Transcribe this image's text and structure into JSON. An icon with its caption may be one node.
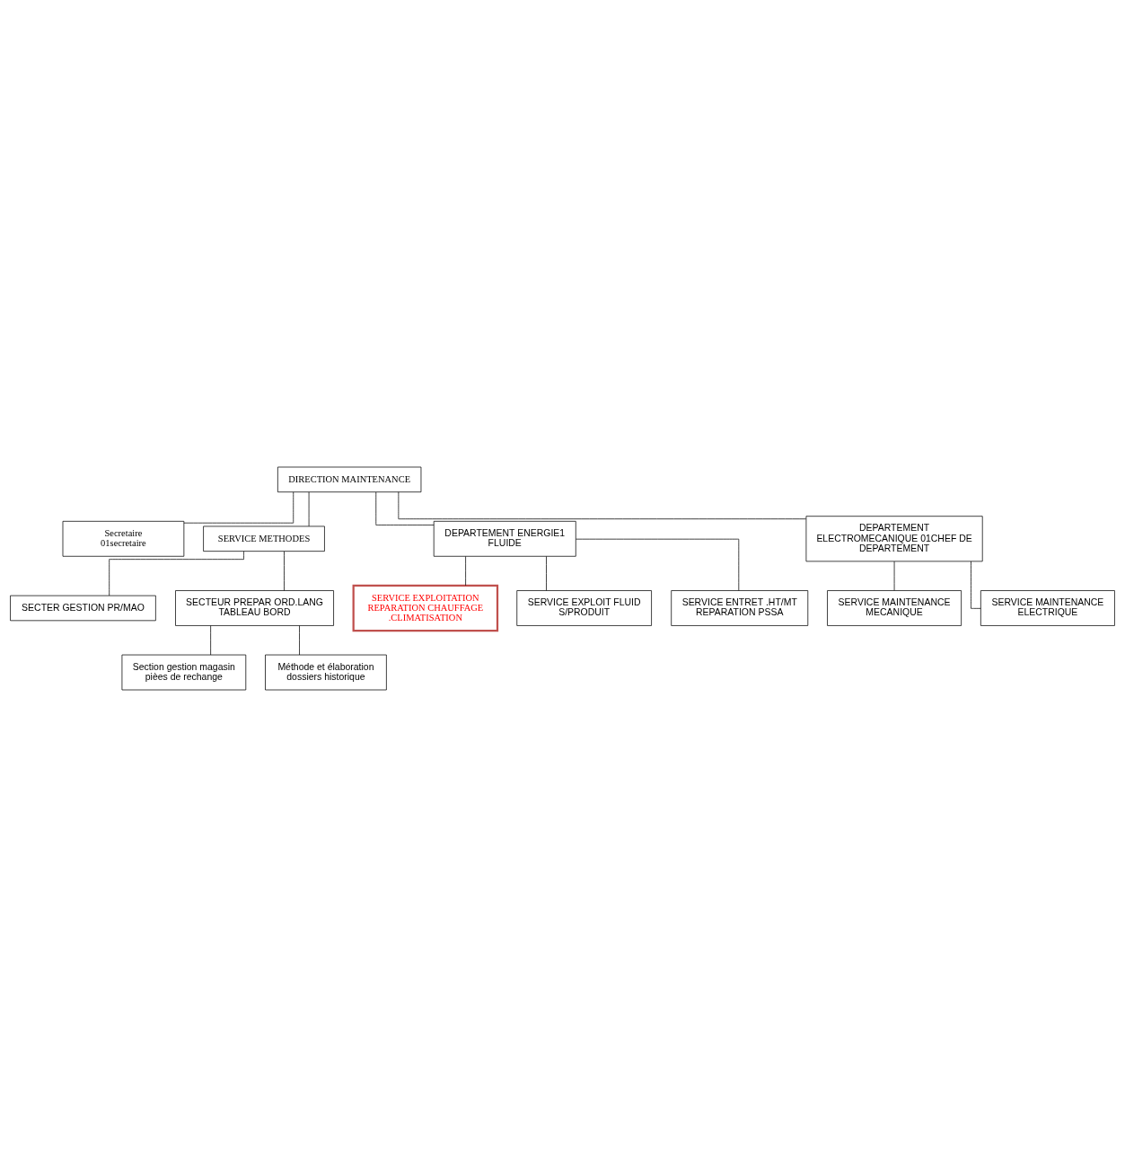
{
  "diagram": {
    "nodes": [
      {
        "text": [
          "DIRECTION MAINTENANCE"
        ]
      },
      {
        "text": [
          "Secretaire",
          "01secretaire"
        ]
      },
      {
        "text": [
          "SERVICE METHODES"
        ]
      },
      {
        "text": [
          "SECTER GESTION PR/MAO"
        ]
      },
      {
        "text": [
          "SECTEUR PREPAR ORD.LANG TABLEAU BORD"
        ]
      },
      {
        "text": [
          "Section gestion magasin pièes de rechange"
        ]
      },
      {
        "text": [
          "Méthode et élaboration dossiers historique"
        ]
      },
      {
        "text": [
          "DEPARTEMENT ENERGIE1 FLUIDE"
        ]
      },
      {
        "text": [
          "DEPARTEMENT ELECTROMECANIQUE 01CHEF DE DEPARTEMENT"
        ]
      },
      {
        "text": [
          "SERVICE EXPLOITATION REPARATION CHAUFFAGE .CLIMATISATION"
        ]
      },
      {
        "text": [
          "SERVICE EXPLOIT FLUID S/PRODUIT"
        ]
      },
      {
        "text": [
          "SERVICE ENTRET .HT/MT REPARATION PSSA"
        ]
      },
      {
        "text": [
          "SERVICE MAINTENANCE MECANIQUE"
        ]
      },
      {
        "text": [
          "SERVICE MAINTENANCE ELECTRIQUE"
        ]
      }
    ],
    "edges": [
      {
        "from": 0,
        "to": 1,
        "arrow": "none"
      },
      {
        "from": 0,
        "to": 2,
        "arrow": "none"
      },
      {
        "from": 2,
        "to": 3,
        "arrow": "none"
      },
      {
        "from": 2,
        "to": 4,
        "arrow": "none"
      },
      {
        "from": 4,
        "to": 5,
        "arrow": "none"
      },
      {
        "from": 4,
        "to": 6,
        "arrow": "none"
      },
      {
        "from": 0,
        "to": 7,
        "arrow": "none"
      },
      {
        "from": 0,
        "to": 8,
        "arrow": "none"
      },
      {
        "from": 7,
        "to": 9,
        "arrow": "none"
      },
      {
        "from": 7,
        "to": 10,
        "arrow": "none"
      },
      {
        "from": 7,
        "to": 11,
        "arrow": "none"
      },
      {
        "from": 8,
        "to": 12,
        "arrow": "none"
      },
      {
        "from": 8,
        "to": 13,
        "arrow": "none"
      }
    ]
  }
}
